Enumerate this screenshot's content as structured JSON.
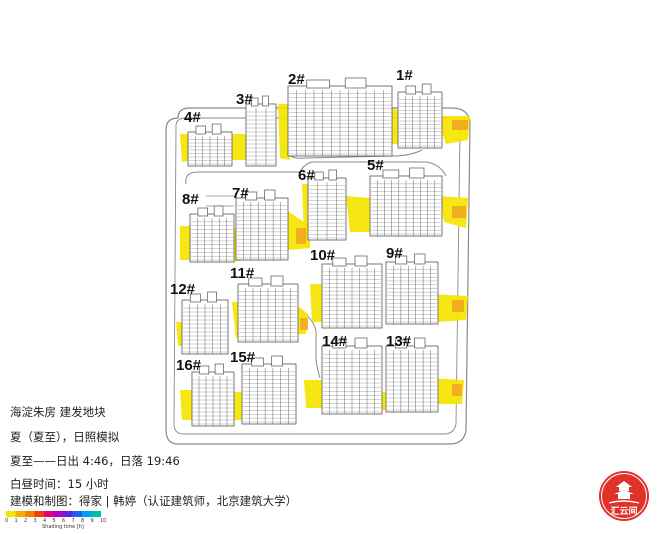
{
  "colors": {
    "shadow_yellow": "#f5e400",
    "shadow_orange": "#f0a020",
    "road": "#8a8a8a",
    "building_fill": "#ffffff",
    "building_line": "#555555",
    "logo_red": "#e0322c"
  },
  "buildings": [
    "1#",
    "2#",
    "3#",
    "4#",
    "5#",
    "6#",
    "7#",
    "8#",
    "9#",
    "10#",
    "11#",
    "12#",
    "13#",
    "14#",
    "15#",
    "16#"
  ],
  "info": {
    "line1": "海淀朱房 建发地块",
    "line2": "夏（夏至），日照模拟",
    "line3": "夏至——日出 4:46，日落 19:46",
    "line4": "白昼时间：15 小时",
    "line5": "建模和制图：得家 | 韩婷（认证建筑师，北京建筑大学）"
  },
  "legend": {
    "title": "Shading time [h]",
    "ticks": [
      "0",
      "1",
      "2",
      "3",
      "4",
      "5",
      "6",
      "7",
      "8",
      "9",
      "10"
    ],
    "colors": [
      "#f5e400",
      "#f0b000",
      "#f08000",
      "#ee4000",
      "#e8007a",
      "#b000c8",
      "#6020e0",
      "#2060f0",
      "#00a0f0",
      "#00c0a0"
    ]
  },
  "logo": {
    "text": "汇云间",
    "icon": "pagoda-icon"
  }
}
